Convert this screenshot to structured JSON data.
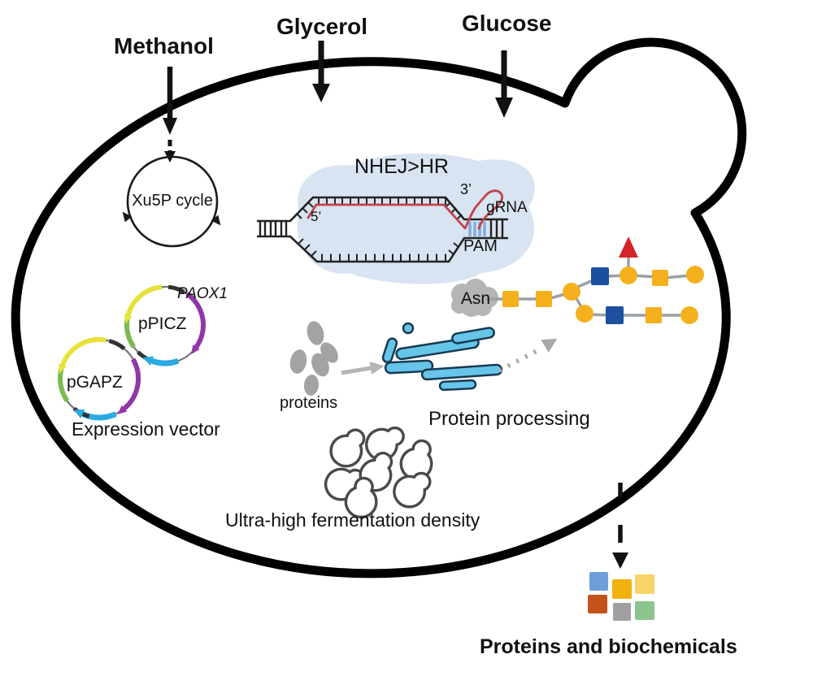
{
  "inputs": {
    "methanol": "Methanol",
    "glycerol": "Glycerol",
    "glucose": "Glucose"
  },
  "cycle": {
    "label": "Xu5P cycle"
  },
  "crispr": {
    "title": "NHEJ>HR",
    "five_prime": "5’",
    "three_prime": "3’",
    "grna": "gRNA",
    "pam": "PAM"
  },
  "vectors": {
    "paox1": "PAOX1",
    "ppicz": "pPICZ",
    "pgapz": "pGAPZ",
    "caption": "Expression vector"
  },
  "secretion": {
    "proteins": "proteins",
    "asn": "Asn",
    "processing": "Protein processing"
  },
  "fermentation": {
    "caption": "Ultra-high fermentation density"
  },
  "output": {
    "caption": "Proteins and biochemicals"
  },
  "colors": {
    "membrane": "#000000",
    "cas9_blob": "#d8e4f2",
    "grna_red": "#c2424b",
    "pam_blue": "#84aede",
    "dna_dark": "#222222",
    "glycan_yellow": "#f5b01e",
    "glycan_blue": "#1d4f9f",
    "glycan_red": "#d6232a",
    "glycan_link": "#9aa0a6",
    "golgi_fill": "#66c5e9",
    "golgi_stroke": "#173a52",
    "protein_gray": "#a3a3a3",
    "asn_gray": "#b5b5b5",
    "plasmid_yellow": "#e6e23a",
    "plasmid_purple": "#9038a8",
    "plasmid_cyan": "#2aabe2",
    "plasmid_green": "#7cb94e"
  },
  "output_squares": [
    "#6f9fd8",
    "#f3b10c",
    "#f8d368",
    "#c4531a",
    "#a0a0a0",
    "#8bc48c"
  ]
}
